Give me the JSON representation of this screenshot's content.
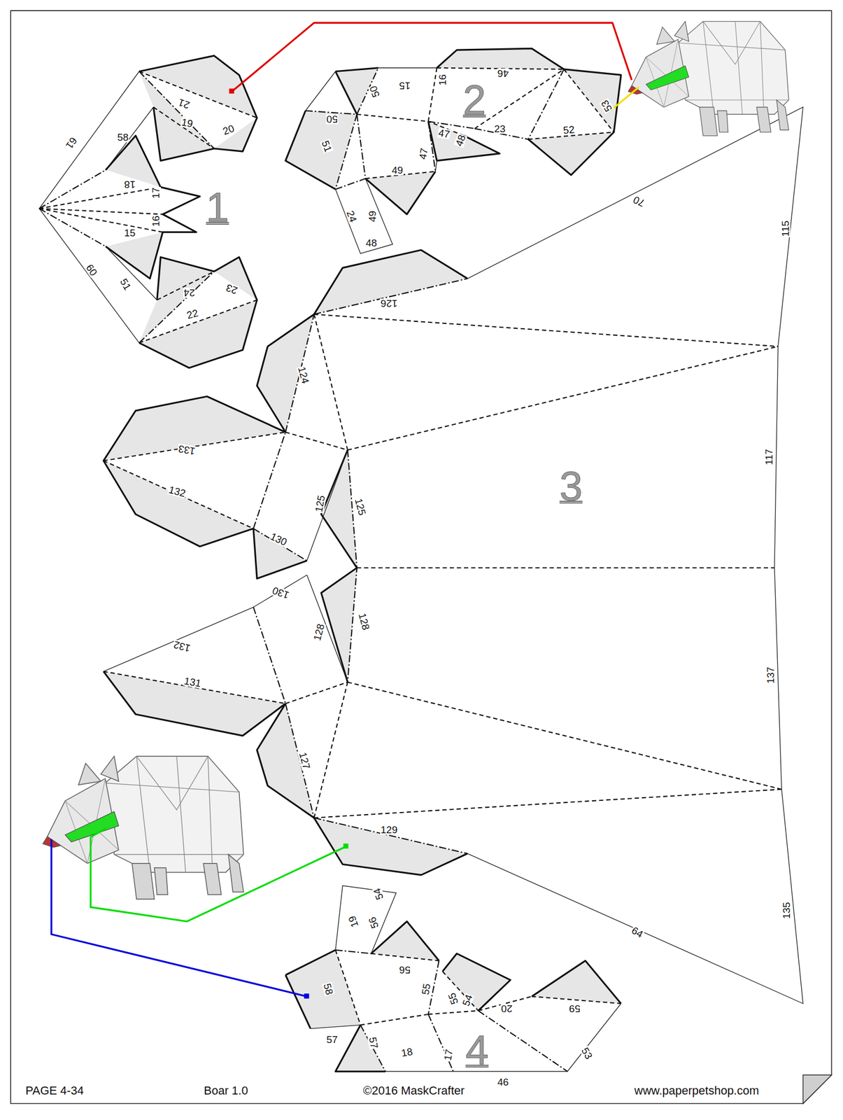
{
  "diagram": {
    "labels": [
      "61",
      "58",
      "21",
      "19",
      "20",
      "18",
      "17",
      "16",
      "15",
      "1",
      "60",
      "51",
      "24",
      "23",
      "22",
      "50",
      "15",
      "16",
      "46",
      "2",
      "53",
      "50",
      "51",
      "47",
      "48",
      "47",
      "23",
      "52",
      "49",
      "24",
      "49",
      "48",
      "70",
      "115",
      "126",
      "124",
      "133",
      "132",
      "130",
      "125",
      "125",
      "3",
      "117",
      "130",
      "128",
      "128",
      "132",
      "131",
      "127",
      "137",
      "129",
      "135",
      "64",
      "54",
      "19",
      "56",
      "56",
      "58",
      "55",
      "55",
      "54",
      "20",
      "59",
      "57",
      "57",
      "18",
      "17",
      "4",
      "46",
      "53",
      "PAGE 4-34",
      "Boar 1.0",
      "©2016 MaskCrafter",
      "www.paperpetshop.com"
    ]
  }
}
